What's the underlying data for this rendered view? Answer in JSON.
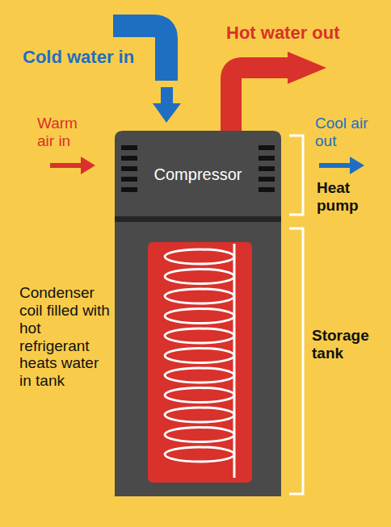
{
  "diagram": {
    "nodes": [
      {
        "text": [
          "Compressor"
        ]
      }
    ],
    "labels": [
      "Cold water in",
      "Hot water out",
      "Warm air in",
      "Cool air out",
      "Heat pump",
      "Storage tank",
      "Condenser coil filled with hot refrigerant heats water in tank"
    ]
  }
}
